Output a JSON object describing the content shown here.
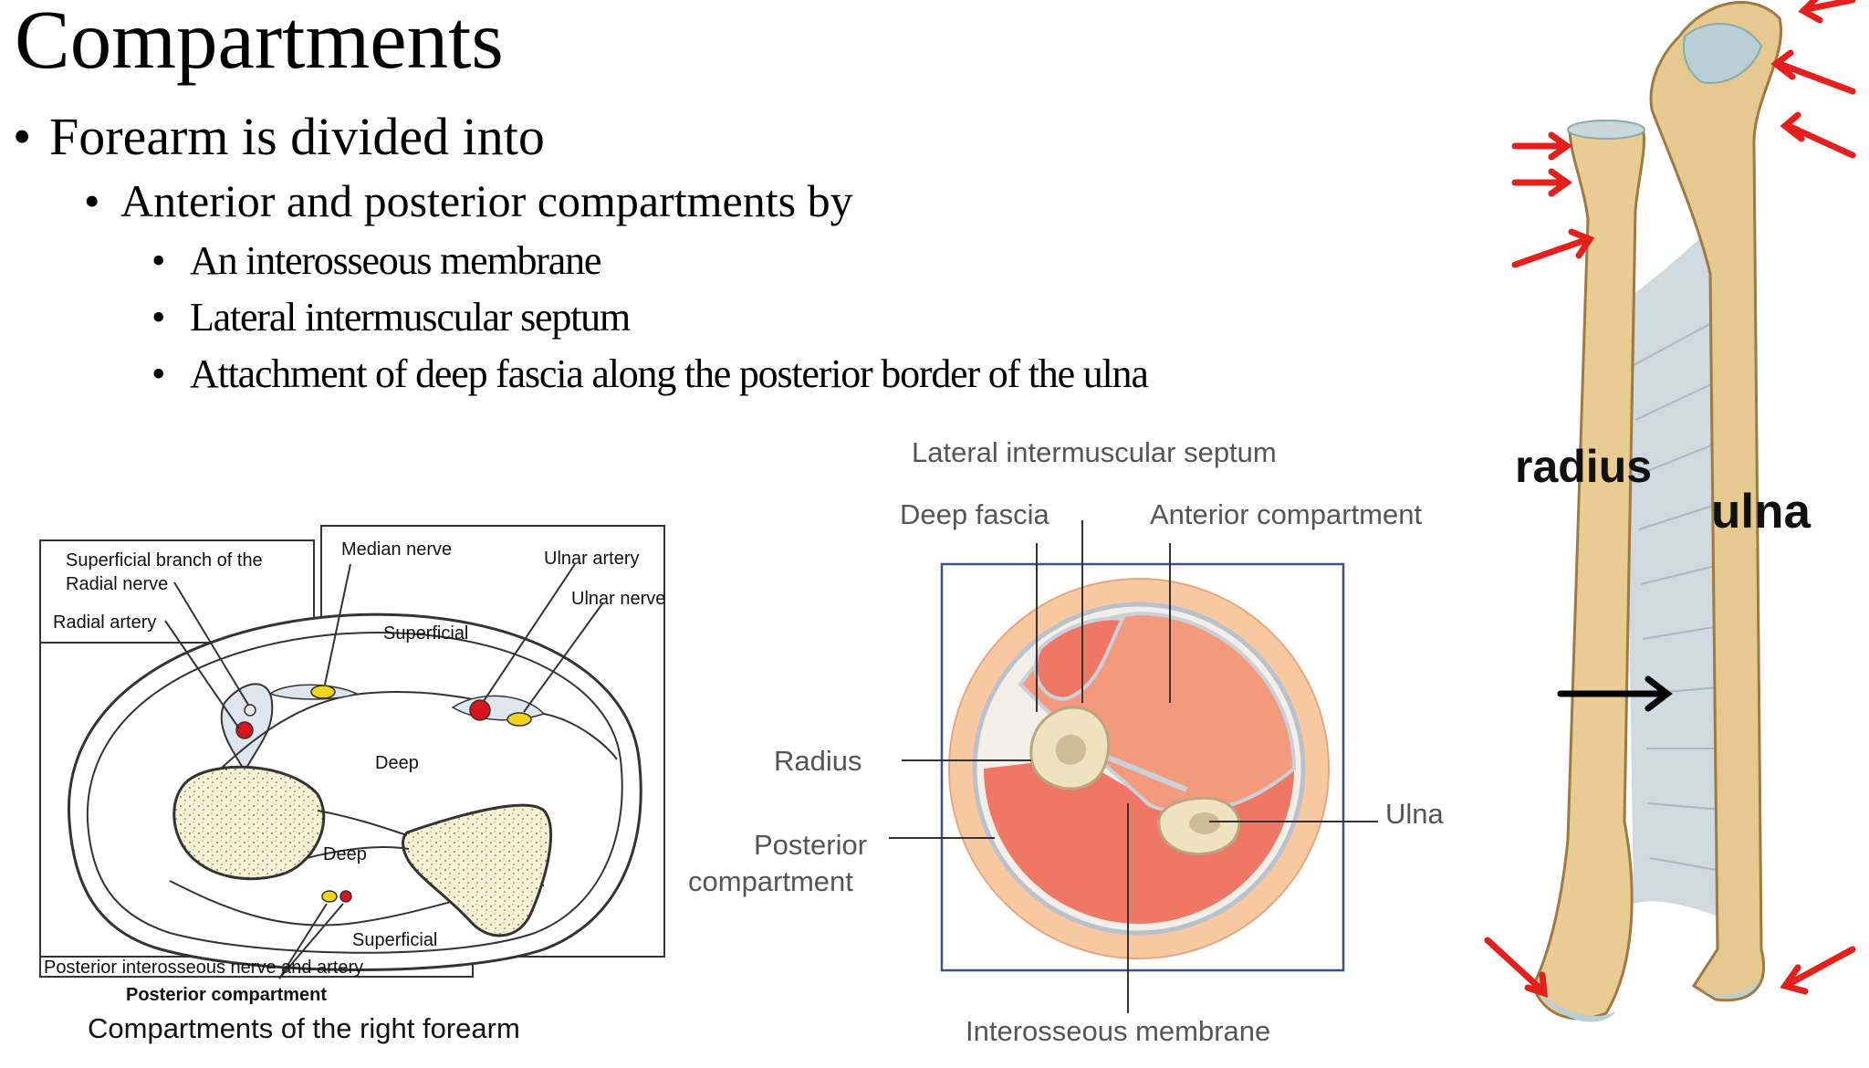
{
  "slide": {
    "title": "Compartments",
    "bullet_l1": "Forearm is divided into",
    "bullet_l2": "Anterior and posterior compartments by",
    "bullets_l3": [
      "An interosseous membrane",
      "Lateral intermuscular septum",
      "Attachment of deep fascia along the posterior border of the ulna"
    ],
    "bullet_char": "•"
  },
  "left_diagram": {
    "labels": {
      "superficial_branch_1": "Superficial branch of the",
      "superficial_branch_2": "Radial nerve",
      "radial_artery": "Radial artery",
      "median_nerve": "Median nerve",
      "ulnar_artery": "Ulnar artery",
      "ulnar_nerve": "Ulnar nerve",
      "superficial_top": "Superficial",
      "deep_top": "Deep",
      "deep_bottom": "Deep",
      "superficial_bottom": "Superficial",
      "posterior_interosseous": "Posterior interosseous nerve and artery",
      "posterior_compartment": "Posterior compartment"
    },
    "caption": "Compartments of the right forearm"
  },
  "middle_diagram": {
    "labels": {
      "lateral_septum": "Lateral intermuscular septum",
      "deep_fascia": "Deep fascia",
      "anterior_compartment": "Anterior compartment",
      "radius": "Radius",
      "ulna": "Ulna",
      "posterior_1": "Posterior",
      "posterior_2": "compartment",
      "interosseous_membrane": "Interosseous membrane"
    }
  },
  "right_image": {
    "labels": {
      "radius": "radius",
      "ulna": "ulna"
    }
  },
  "colors": {
    "bone": "#ecd8ae",
    "bone_dark": "#c9a26a",
    "anterior": "#f49a7c",
    "posterior": "#ee7766",
    "fascia": "#f8c9a0",
    "red_arrow": "#e5201c",
    "nerve_yellow": "#f1d51d",
    "artery_red": "#d9141c"
  }
}
